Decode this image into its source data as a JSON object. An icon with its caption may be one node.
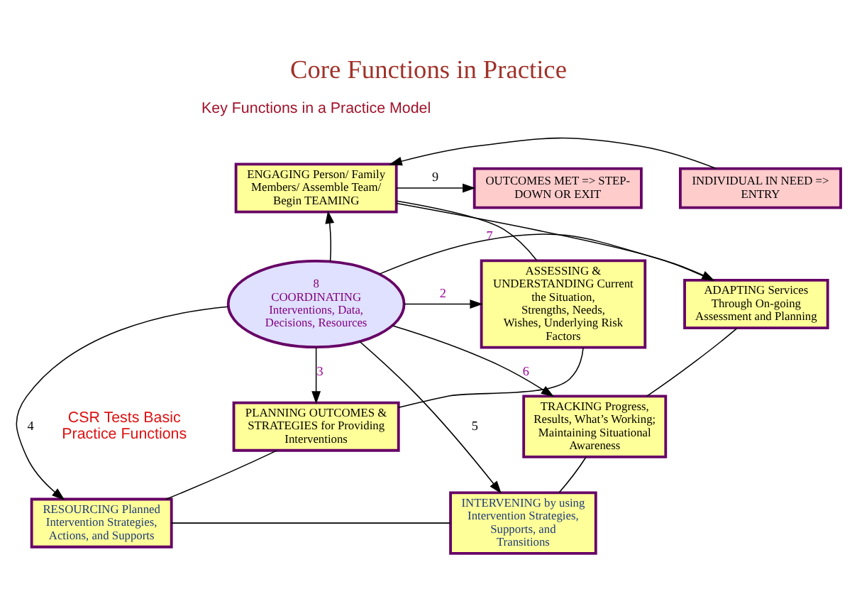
{
  "diagram": {
    "title": "Core Functions in Practice",
    "nodes": [
      {
        "text": [
          "INDIVIDUAL IN NEED => ENTRY"
        ]
      },
      {
        "text": [
          "ENGAGING Person/ Family Members/ Assemble Team/ Begin TEAMING"
        ]
      },
      {
        "text": [
          "OUTCOMES MET => STEP-DOWN OR EXIT"
        ]
      },
      {
        "text": [
          "ADAPTING Services Through On-going Assessment and Planning"
        ]
      },
      {
        "text": [
          "8",
          "COORDINATING Interventions, Data, Decisions, Resources"
        ]
      },
      {
        "text": [
          "ASSESSING & UNDERSTANDING Current the Situation, Strengths, Needs, Wishes, Underlying Risk Factors"
        ]
      },
      {
        "text": [
          "TRACKING Progress, Results, What’s Working; Maintaining Situational Awareness"
        ]
      },
      {
        "text": [
          "PLANNING OUTCOMES & STRATEGIES for Providing Interventions"
        ]
      },
      {
        "text": [
          "INTERVENING by using Intervention Strategies, Supports, and Transitions"
        ]
      },
      {
        "text": [
          "RESOURCING Planned Intervention Strategies, Actions, and Supports"
        ]
      }
    ],
    "edges": [
      {
        "from": 0,
        "to": 1,
        "arrow": "to"
      },
      {
        "from": 1,
        "to": 2,
        "arrow": "to",
        "label": "9"
      },
      {
        "from": 4,
        "to": 1,
        "arrow": "to"
      },
      {
        "from": 4,
        "to": 5,
        "arrow": "to",
        "label": "2"
      },
      {
        "from": 4,
        "to": 7,
        "arrow": "to",
        "label": "3"
      },
      {
        "from": 4,
        "to": 9,
        "arrow": "to",
        "label": "4"
      },
      {
        "from": 4,
        "to": 8,
        "arrow": "to",
        "label": "5"
      },
      {
        "from": 4,
        "to": 6,
        "arrow": "to",
        "label": "6"
      },
      {
        "from": 4,
        "to": 3,
        "arrow": "to",
        "label": "7"
      },
      {
        "from": 1,
        "to": 5,
        "arrow": "none"
      },
      {
        "from": 5,
        "to": 7,
        "arrow": "none"
      },
      {
        "from": 7,
        "to": 9,
        "arrow": "none"
      },
      {
        "from": 9,
        "to": 8,
        "arrow": "none"
      },
      {
        "from": 8,
        "to": 6,
        "arrow": "none"
      },
      {
        "from": 6,
        "to": 3,
        "arrow": "none"
      },
      {
        "from": 3,
        "to": 1,
        "arrow": "none"
      }
    ],
    "labels": [
      "Key Functions in a Practice Model",
      "CSR Tests Basic Practice Functions"
    ]
  }
}
